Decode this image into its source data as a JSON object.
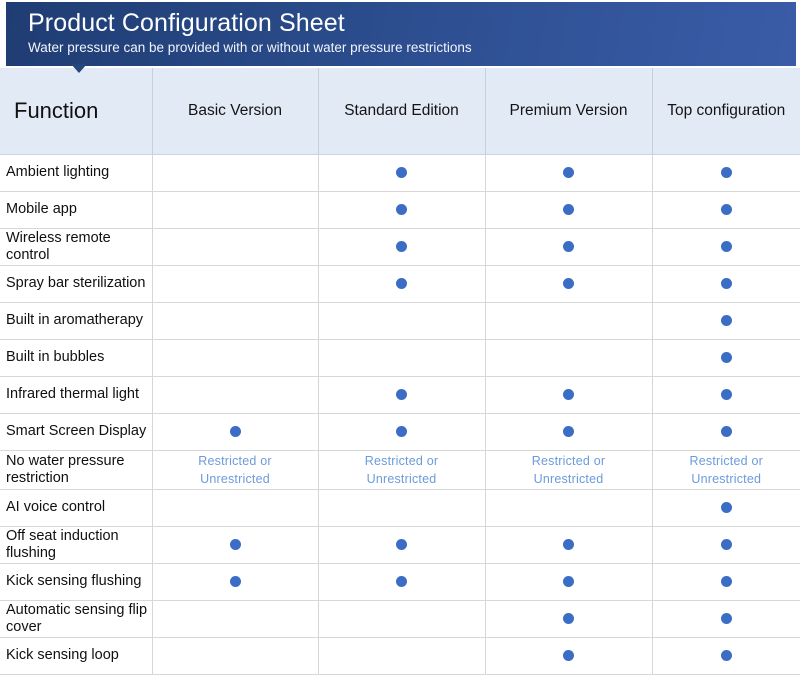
{
  "banner": {
    "title": "Product Configuration Sheet",
    "subtitle": "Water pressure can be provided with or without water pressure restrictions",
    "gradient_start": "#1f3d73",
    "gradient_end": "#3a5ca8"
  },
  "table": {
    "headers": [
      "Function",
      "Basic Version",
      "Standard Edition",
      "Premium Version",
      "Top configuration"
    ],
    "header_background": "#e2eaf6",
    "dot_color": "#3b6dc4",
    "note_color": "#6c9bdb",
    "restricted_note": "Restricted  or\nUnrestricted",
    "rows": [
      {
        "feature": "Ambient lighting",
        "cells": [
          "",
          "dot",
          "dot",
          "dot"
        ]
      },
      {
        "feature": "Mobile app",
        "cells": [
          "",
          "dot",
          "dot",
          "dot"
        ]
      },
      {
        "feature": "Wireless remote control",
        "cells": [
          "",
          "dot",
          "dot",
          "dot"
        ]
      },
      {
        "feature": "Spray bar sterilization",
        "cells": [
          "",
          "dot",
          "dot",
          "dot"
        ]
      },
      {
        "feature": "Built in aromatherapy",
        "cells": [
          "",
          "",
          "",
          "dot"
        ]
      },
      {
        "feature": "Built in bubbles",
        "cells": [
          "",
          "",
          "",
          "dot"
        ]
      },
      {
        "feature": "Infrared thermal light",
        "cells": [
          "",
          "dot",
          "dot",
          "dot"
        ]
      },
      {
        "feature": "Smart Screen Display",
        "cells": [
          "dot",
          "dot",
          "dot",
          "dot"
        ]
      },
      {
        "feature": "No water pressure restriction",
        "cells": [
          "note",
          "note",
          "note",
          "note"
        ]
      },
      {
        "feature": "AI voice control",
        "cells": [
          "",
          "",
          "",
          "dot"
        ]
      },
      {
        "feature": "Off seat induction flushing",
        "cells": [
          "dot",
          "dot",
          "dot",
          "dot"
        ]
      },
      {
        "feature": "Kick sensing flushing",
        "cells": [
          "dot",
          "dot",
          "dot",
          "dot"
        ]
      },
      {
        "feature": "Automatic sensing flip cover",
        "cells": [
          "",
          "",
          "dot",
          "dot"
        ]
      },
      {
        "feature": "Kick sensing loop",
        "cells": [
          "",
          "",
          "dot",
          "dot"
        ]
      }
    ]
  }
}
